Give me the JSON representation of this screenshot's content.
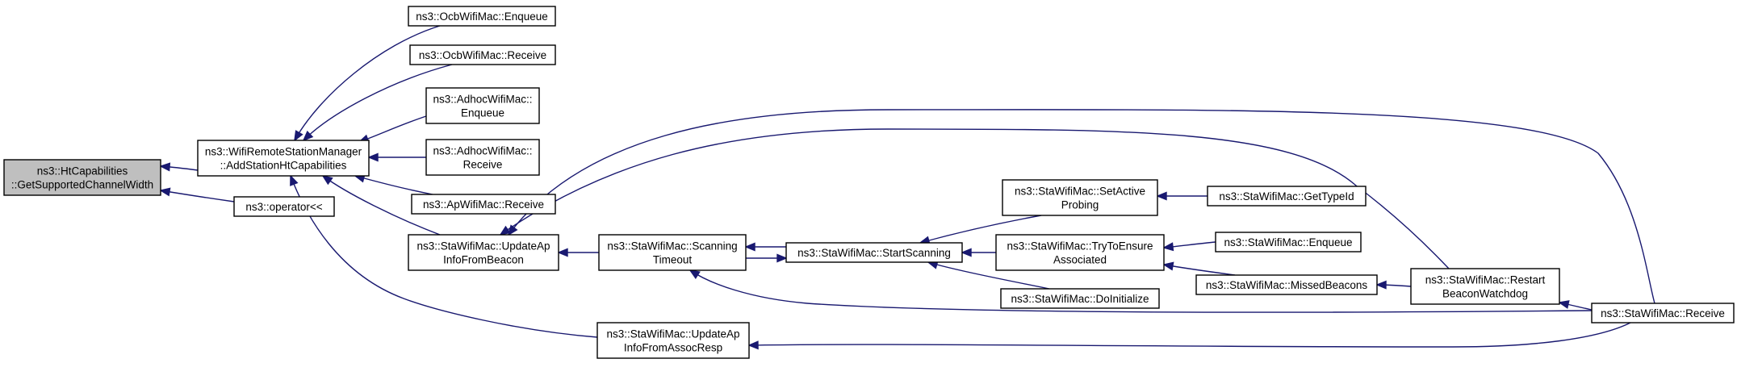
{
  "diagram": {
    "nodes": [
      {
        "id": "root",
        "lines": [
          "ns3::HtCapabilities",
          "::GetSupportedChannelWidth"
        ],
        "highlight": true
      },
      {
        "id": "wrsm",
        "lines": [
          "ns3::WifiRemoteStationManager",
          "::AddStationHtCapabilities"
        ]
      },
      {
        "id": "oper",
        "lines": [
          "ns3::operator<<"
        ]
      },
      {
        "id": "ocbEnq",
        "lines": [
          "ns3::OcbWifiMac::Enqueue"
        ]
      },
      {
        "id": "ocbRecv",
        "lines": [
          "ns3::OcbWifiMac::Receive"
        ]
      },
      {
        "id": "adhocEnq",
        "lines": [
          "ns3::AdhocWifiMac::",
          "Enqueue"
        ]
      },
      {
        "id": "adhocRecv",
        "lines": [
          "ns3::AdhocWifiMac::",
          "Receive"
        ]
      },
      {
        "id": "apRecv",
        "lines": [
          "ns3::ApWifiMac::Receive"
        ]
      },
      {
        "id": "updBeacon",
        "lines": [
          "ns3::StaWifiMac::UpdateAp",
          "InfoFromBeacon"
        ]
      },
      {
        "id": "updAssoc",
        "lines": [
          "ns3::StaWifiMac::UpdateAp",
          "InfoFromAssocResp"
        ]
      },
      {
        "id": "scanTimeout",
        "lines": [
          "ns3::StaWifiMac::Scanning",
          "Timeout"
        ]
      },
      {
        "id": "startScan",
        "lines": [
          "ns3::StaWifiMac::StartScanning"
        ]
      },
      {
        "id": "setActive",
        "lines": [
          "ns3::StaWifiMac::SetActive",
          "Probing"
        ]
      },
      {
        "id": "tryEnsure",
        "lines": [
          "ns3::StaWifiMac::TryToEnsure",
          "Associated"
        ]
      },
      {
        "id": "doInit",
        "lines": [
          "ns3::StaWifiMac::DoInitialize"
        ]
      },
      {
        "id": "getType",
        "lines": [
          "ns3::StaWifiMac::GetTypeId"
        ]
      },
      {
        "id": "staEnq",
        "lines": [
          "ns3::StaWifiMac::Enqueue"
        ]
      },
      {
        "id": "missed",
        "lines": [
          "ns3::StaWifiMac::MissedBeacons"
        ]
      },
      {
        "id": "restart",
        "lines": [
          "ns3::StaWifiMac::Restart",
          "BeaconWatchdog"
        ]
      },
      {
        "id": "staRecv",
        "lines": [
          "ns3::StaWifiMac::Receive"
        ]
      }
    ],
    "edges": [
      {
        "from": "wrsm",
        "to": "root"
      },
      {
        "from": "oper",
        "to": "root"
      },
      {
        "from": "ocbEnq",
        "to": "wrsm"
      },
      {
        "from": "ocbRecv",
        "to": "wrsm"
      },
      {
        "from": "adhocEnq",
        "to": "wrsm"
      },
      {
        "from": "adhocRecv",
        "to": "wrsm"
      },
      {
        "from": "apRecv",
        "to": "wrsm"
      },
      {
        "from": "updBeacon",
        "to": "wrsm"
      },
      {
        "from": "updAssoc",
        "to": "wrsm"
      },
      {
        "from": "scanTimeout",
        "to": "updBeacon"
      },
      {
        "from": "restart",
        "to": "updBeacon"
      },
      {
        "from": "staRecv",
        "to": "updBeacon"
      },
      {
        "from": "startScan",
        "to": "scanTimeout"
      },
      {
        "from": "staRecv",
        "to": "scanTimeout"
      },
      {
        "from": "scanTimeout",
        "to": "startScan"
      },
      {
        "from": "setActive",
        "to": "startScan"
      },
      {
        "from": "tryEnsure",
        "to": "startScan"
      },
      {
        "from": "doInit",
        "to": "startScan"
      },
      {
        "from": "getType",
        "to": "setActive"
      },
      {
        "from": "staEnq",
        "to": "tryEnsure"
      },
      {
        "from": "missed",
        "to": "tryEnsure"
      },
      {
        "from": "restart",
        "to": "missed"
      },
      {
        "from": "staRecv",
        "to": "restart"
      },
      {
        "from": "staRecv",
        "to": "updAssoc"
      }
    ],
    "colors": {
      "edge": "#191970",
      "root_fill": "#bfbfbf",
      "node_fill": "#ffffff",
      "border": "#000000"
    }
  }
}
